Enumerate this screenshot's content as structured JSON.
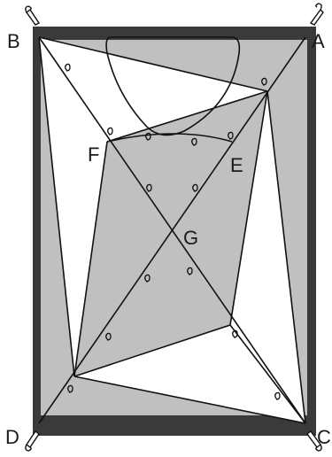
{
  "labels": {
    "A": "A",
    "B": "B",
    "C": "C",
    "D": "D",
    "E": "E",
    "F": "F",
    "G": "G"
  },
  "colors": {
    "frame": "#3a3a3a",
    "shaded": "#c0c0c0",
    "white": "#ffffff",
    "line": "#111111"
  }
}
